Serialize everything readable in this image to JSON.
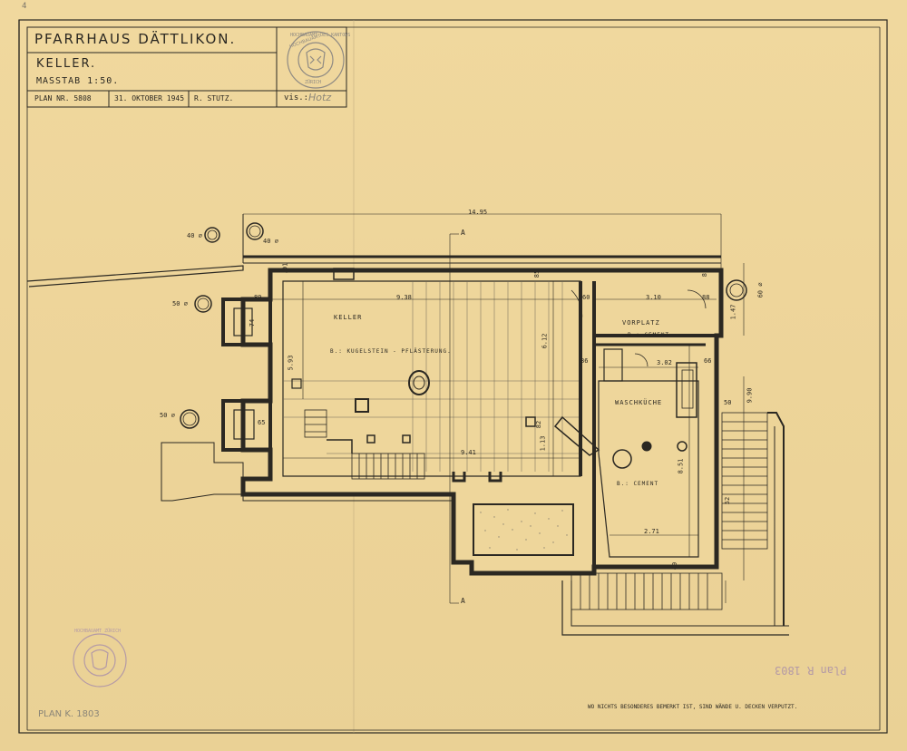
{
  "corner_mark": "4",
  "title_block": {
    "project": "PFARRHAUS DÄTTLIKON.",
    "sheet": "KELLER.",
    "scale": "MASSTAB   1:50.",
    "plan_no": "PLAN NR. 5808",
    "date": "31. OKTOBER 1945",
    "drawn_by": "R. STUTZ.",
    "vis_label": "vis.:",
    "vis_signature": "Hotz"
  },
  "stamp_top": {
    "upper_text": "HOCHBAUAMT DES KANTONS",
    "lower_text": "ZÜRICH"
  },
  "stamp_bottom_left": {
    "text": "HOCHBAUAMT ZÜRICH"
  },
  "handwritten_bottom_left": "PLAN K. 1803",
  "handwritten_right": "Plan R 1803",
  "footnote": "WO NICHTS BESONDERES BEMERKT IST, SIND WÄNDE U. DECKEN VERPUTZT.",
  "section_marker": "A",
  "rooms": {
    "keller": "KELLER",
    "keller_floor": "B.: KUGELSTEIN - PFLÄSTERUNG.",
    "vorplatz": "VORPLATZ",
    "vorplatz_floor": "B.: CEMENT",
    "waschkueche": "WASCHKÜCHE",
    "waschkueche_floor": "B.: CEMENT"
  },
  "dimensions": {
    "overall": "14.95",
    "keller_width": "9.38",
    "keller_width_lower": "9.41",
    "keller_depth": "5.93",
    "vorplatz_width": "3.10",
    "wk_width": "3.02",
    "wk_width_lower": "2.71",
    "wk_depth": "8.51",
    "vorplatz_depth": "1.47",
    "d_89": "89",
    "d_91": ".91",
    "d_85": "85",
    "d_81": "81",
    "d_612": "6.12",
    "d_113": "1.13",
    "d_86": "86",
    "d_66": "66",
    "d_74": "74",
    "d_65": "65",
    "d_60": "60",
    "d_49": "49",
    "d_52": "52",
    "d_990": "9.90",
    "d_82": "82",
    "d_50": "50",
    "d_88": "88"
  },
  "trees": {
    "t1": "40 ⌀",
    "t2": "40 ⌀",
    "t3": "50 ⌀",
    "t4": "60 ⌀",
    "t5": "50 ⌀"
  }
}
